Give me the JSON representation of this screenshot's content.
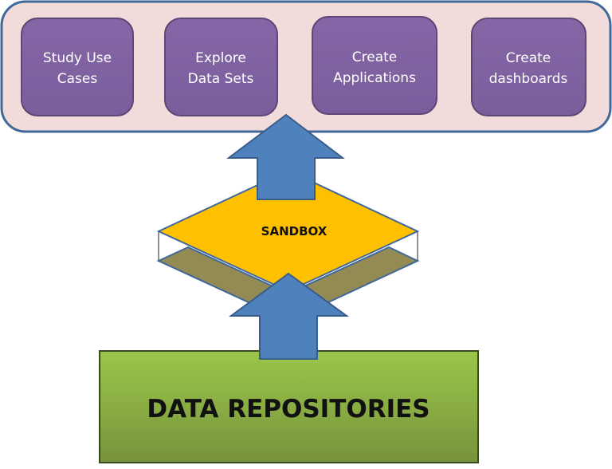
{
  "diagram": {
    "title": "Data Sandbox Architecture",
    "top_panel": {
      "items": [
        {
          "line1": "Study Use",
          "line2": "Cases"
        },
        {
          "line1": "Explore",
          "line2": "Data Sets"
        },
        {
          "line1": "Create",
          "line2": "Applications"
        },
        {
          "line1": "Create",
          "line2": "dashboards"
        }
      ]
    },
    "middle": {
      "label": "SANDBOX"
    },
    "bottom": {
      "label": "DATA REPOSITORIES"
    },
    "flows": [
      {
        "from": "DATA REPOSITORIES",
        "to": "SANDBOX",
        "type": "up-arrow"
      },
      {
        "from": "SANDBOX",
        "to": "top_panel",
        "type": "up-arrow"
      }
    ],
    "colors": {
      "panel_fill": "#f2dcdb",
      "panel_border": "#41689a",
      "box_fill": "#8064a2",
      "box_border": "#5c4776",
      "arrow_fill": "#4f81bd",
      "arrow_border": "#385d8a",
      "sandbox_top": "#ffc000",
      "sandbox_bottom": "#948a54",
      "repo_fill_top": "#9bc64a",
      "repo_fill_bottom": "#77933c"
    }
  }
}
